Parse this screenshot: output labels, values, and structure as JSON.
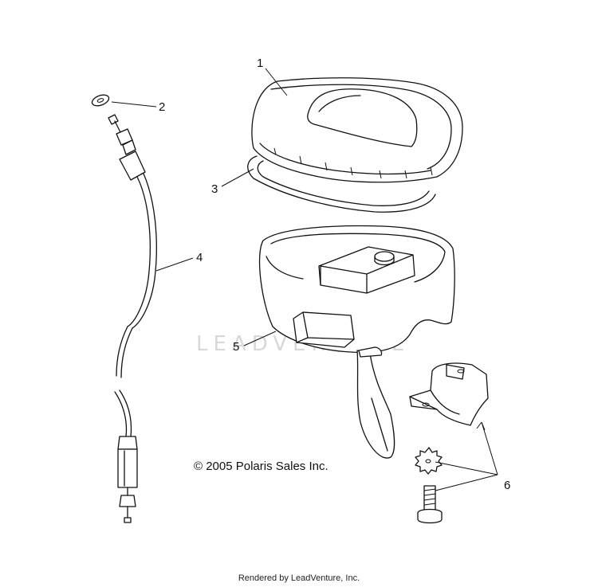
{
  "watermark": "LEADVENTURE",
  "copyright": "© 2005 Polaris Sales Inc.",
  "footer": "Rendered by LeadVenture, Inc.",
  "callouts": {
    "c1": "1",
    "c2": "2",
    "c3": "3",
    "c4": "4",
    "c5": "5",
    "c6": "6"
  }
}
